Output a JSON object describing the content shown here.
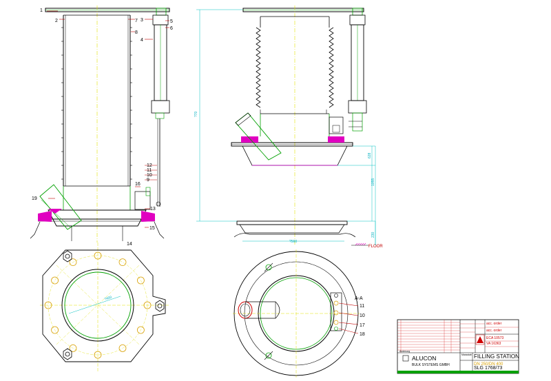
{
  "labels": {
    "front_view": [
      "1",
      "2",
      "3",
      "5",
      "6",
      "7",
      "8",
      "4",
      "12",
      "11",
      "10",
      "9",
      "16",
      "13",
      "15",
      "14",
      "19"
    ],
    "section": [
      "11",
      "10",
      "17",
      "18"
    ],
    "section_name": "A-A",
    "floor": "FLOOR"
  },
  "dimensions": {
    "height_total": "?70",
    "dim_628": "628",
    "dim_1055": "1055",
    "dim_230": "230",
    "diameter_bottom": "?560",
    "diameter_flange": "?450"
  },
  "title_block": {
    "company_line1": "ALUCON",
    "company_line2": "BULK SYSTEMS GMBH",
    "title": "FILLING STATION",
    "subtitle": "DN 250/DN 400",
    "drawing_no": "SLG 1768/73",
    "ref1": "acc. order",
    "ref2": "acc. order",
    "code1": "ECA 10573",
    "code2": "VA 16363",
    "rev_note": "Rev.",
    "changes": "Änderung",
    "mass": "Massstab"
  },
  "colors": {
    "outline": "#000000",
    "centerline": "#e0e000",
    "part_green": "#00a000",
    "part_magenta": "#e000c0",
    "dimension": "#00c0c0",
    "red_line": "#d00000"
  }
}
